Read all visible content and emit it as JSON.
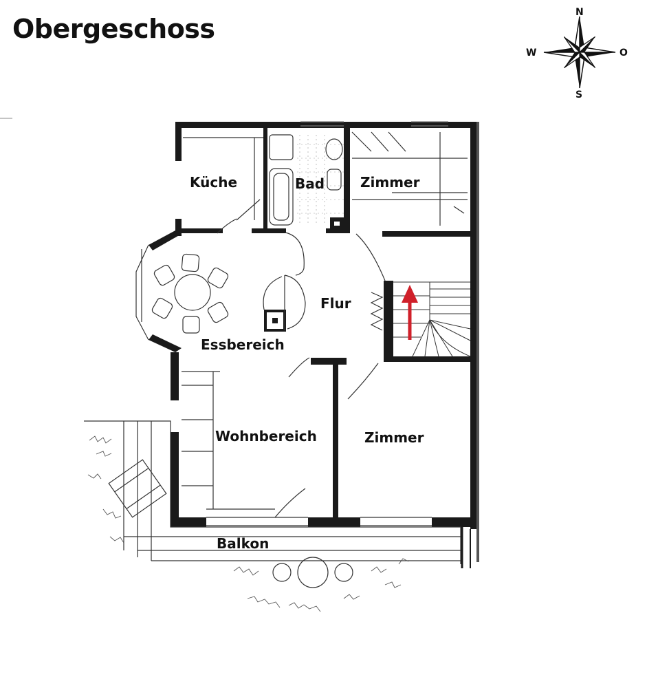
{
  "title": "Obergeschoss",
  "compass": {
    "north": "N",
    "east": "O",
    "south": "S",
    "west": "W"
  },
  "rooms": {
    "kueche": "Küche",
    "bad": "Bad",
    "zimmer_north": "Zimmer",
    "flur": "Flur",
    "essbereich": "Essbereich",
    "wohnbereich": "Wohnbereich",
    "zimmer_south": "Zimmer",
    "balkon": "Balkon"
  },
  "colors": {
    "wall": "#1a1a1a",
    "line": "#333333",
    "stair_arrow": "#d0202a"
  }
}
